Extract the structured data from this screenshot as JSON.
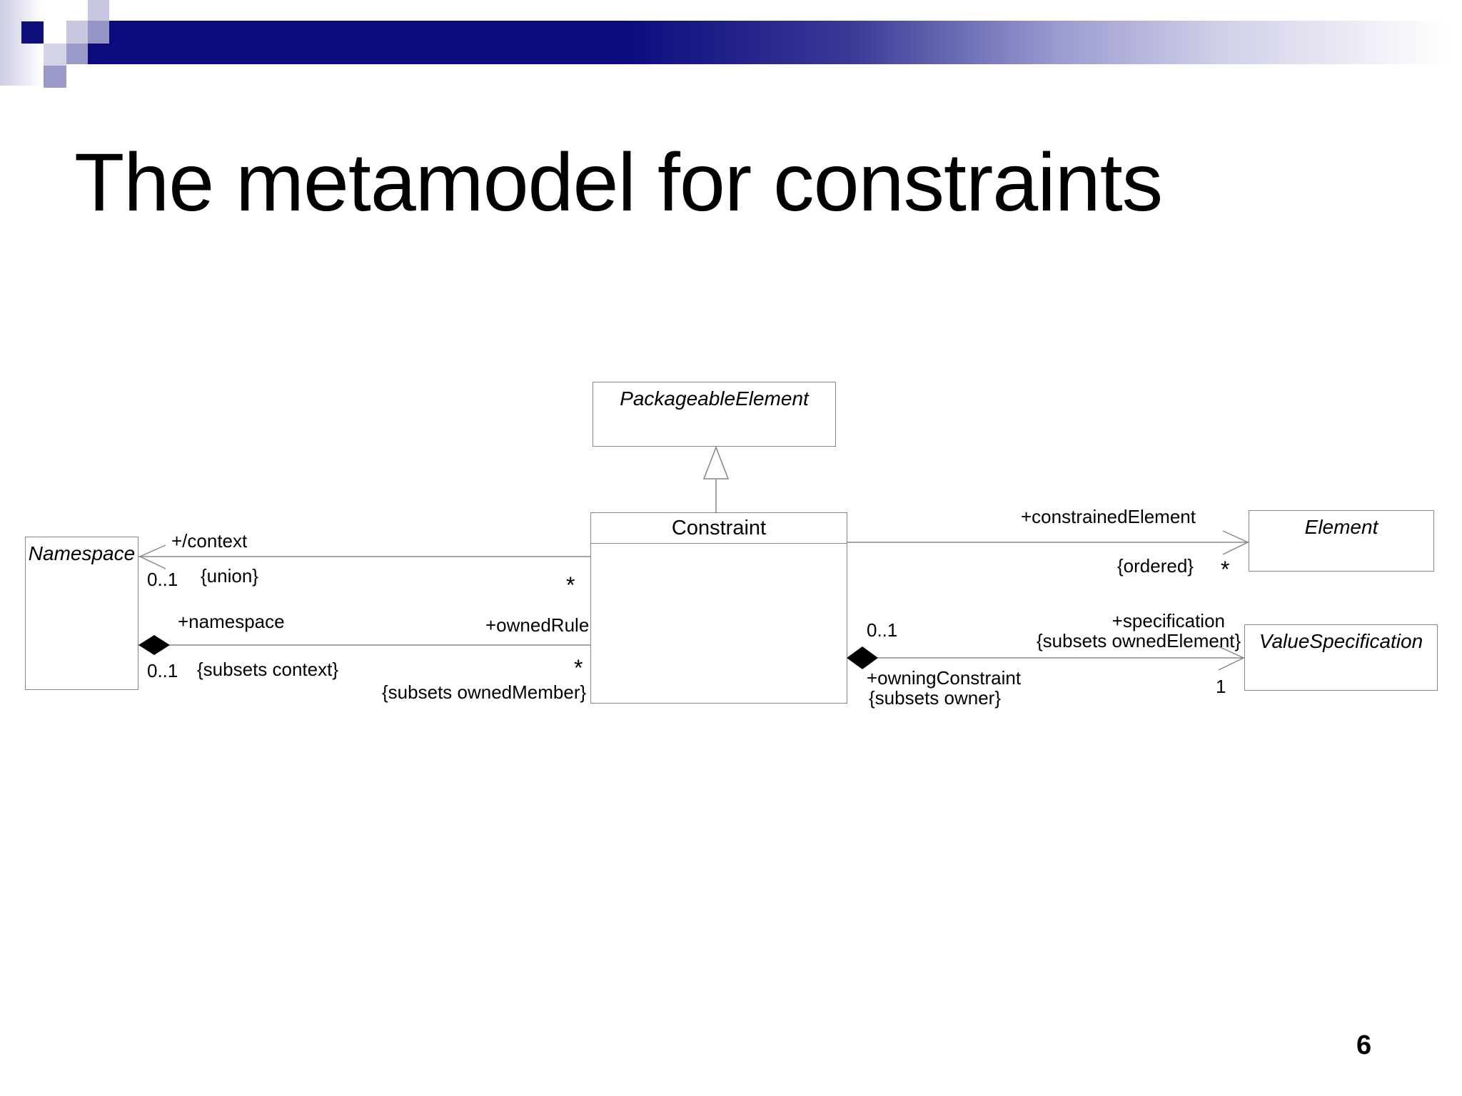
{
  "slide": {
    "title": "The metamodel for constraints",
    "page_number": "6",
    "accent_color": "#0b0b7e"
  },
  "diagram": {
    "classes": [
      {
        "name": "PackageableElement"
      },
      {
        "name": "Constraint"
      },
      {
        "name": "Namespace"
      },
      {
        "name": "Element"
      },
      {
        "name": "ValueSpecification"
      }
    ],
    "labels": {
      "context_role": "+/context",
      "context_mult": "0..1",
      "context_tag": "{union}",
      "context_far_mult": "*",
      "namespace_role": "+namespace",
      "namespace_mult": "0..1",
      "namespace_tag": "{subsets context}",
      "owned_rule_role": "+ownedRule",
      "owned_rule_mult": "*",
      "owned_rule_tag": "{subsets ownedMember}",
      "constrained_element_role": "+constrainedElement",
      "constrained_element_tag": "{ordered}",
      "constrained_element_mult": "*",
      "specification_role": "+specification",
      "specification_tag": "{subsets ownedElement}",
      "specification_mult": "1",
      "owning_constraint_mult": "0..1",
      "owning_constraint_role": "+owningConstraint",
      "owning_constraint_tag": "{subsets owner}"
    }
  }
}
